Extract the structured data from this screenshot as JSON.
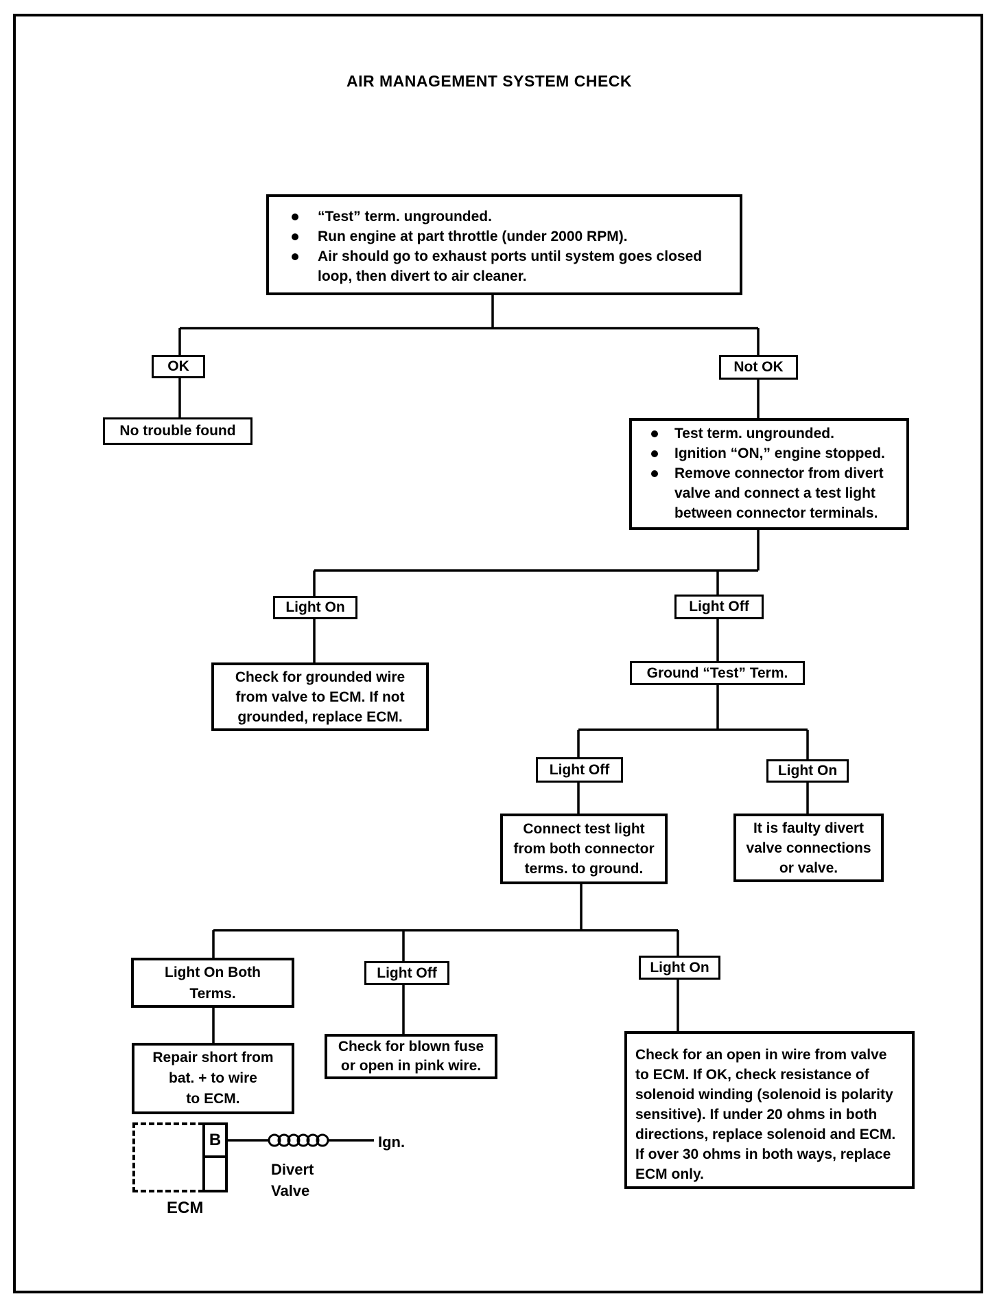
{
  "title": "AIR MANAGEMENT SYSTEM CHECK",
  "colors": {
    "ink": "#000000",
    "paper": "#ffffff"
  },
  "nodes": {
    "start": {
      "bullets": [
        [
          "“Test” term. ungrounded."
        ],
        [
          "Run engine at part throttle (under 2000 RPM)."
        ],
        [
          "Air should go to exhaust ports until system goes closed",
          "loop, then divert to air cleaner."
        ]
      ]
    },
    "ok": {
      "label": "OK"
    },
    "no_trouble": {
      "label": "No trouble found"
    },
    "not_ok": {
      "label": "Not OK"
    },
    "not_ok_steps": {
      "bullets": [
        [
          "Test term. ungrounded."
        ],
        [
          "Ignition “ON,” engine stopped."
        ],
        [
          "Remove connector from divert",
          "valve and connect a test light",
          "between connector terminals."
        ]
      ]
    },
    "light_on_1": {
      "label": "Light On"
    },
    "check_grounded": {
      "lines": [
        "Check for grounded wire",
        "from valve to ECM. If not",
        "grounded, replace ECM."
      ]
    },
    "light_off_1": {
      "label": "Light Off"
    },
    "ground_test": {
      "label": "Ground “Test” Term."
    },
    "light_off_2": {
      "label": "Light Off"
    },
    "connect_test": {
      "lines": [
        "Connect test light",
        "from both connector",
        "terms. to ground."
      ]
    },
    "light_on_2": {
      "label": "Light On"
    },
    "faulty_divert": {
      "lines": [
        "It is faulty divert",
        "valve connections",
        "or valve."
      ]
    },
    "light_on_both": {
      "lines": [
        "Light On Both",
        "Terms."
      ]
    },
    "repair_short": {
      "lines": [
        "Repair short from",
        "bat. + to wire",
        "to ECM."
      ]
    },
    "light_off_3": {
      "label": "Light Off"
    },
    "blown_fuse": {
      "lines": [
        "Check for blown fuse",
        "or open in pink wire."
      ]
    },
    "light_on_3": {
      "label": "Light On"
    },
    "open_wire": {
      "lines": [
        "Check for an open in wire from valve",
        "to ECM. If OK, check resistance of",
        "solenoid winding (solenoid is polarity",
        "sensitive). If under 20 ohms in both",
        "directions, replace solenoid and ECM.",
        "If over 30 ohms in both ways, replace",
        "ECM only."
      ]
    }
  },
  "diagram": {
    "terminal_label": "B",
    "ecm_label": "ECM",
    "divert_valve_lines": [
      "Divert",
      "Valve"
    ],
    "ign_label": "Ign."
  }
}
